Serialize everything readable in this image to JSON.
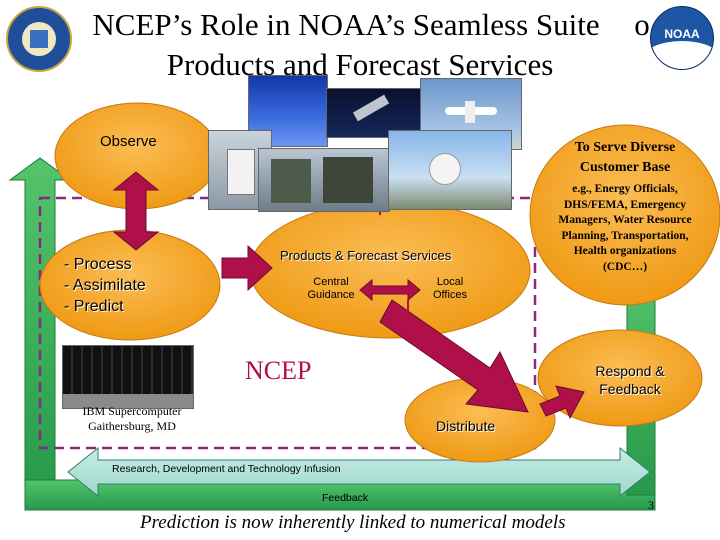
{
  "title": {
    "line1": "NCEP’s Role in NOAA’s Seamless Suite",
    "line1_tail": "o",
    "line2": "Products and Forecast Services"
  },
  "observe": {
    "label": "Observe"
  },
  "process": {
    "items": [
      "- Process",
      "- Assimilate",
      "- Predict"
    ]
  },
  "products": {
    "label": "Products & Forecast Services",
    "central": "Central\nGuidance",
    "local": "Local\nOffices"
  },
  "serve": {
    "title": "To Serve Diverse\nCustomer Base",
    "detail": "e.g., Energy Officials,\nDHS/FEMA, Emergency\nManagers, Water Resource\nPlanning, Transportation,\nHealth organizations\n(CDC…)"
  },
  "ncep": {
    "label": "NCEP"
  },
  "supercomputer": {
    "caption": "IBM Supercomputer\nGaithersburg, MD"
  },
  "respond": {
    "label": "Respond &\nFeedback"
  },
  "distribute": {
    "label": "Distribute"
  },
  "research_bar": {
    "label": "Research, Development and Technology Infusion"
  },
  "feedback_bar": {
    "label": "Feedback"
  },
  "footer": {
    "text": "Prediction is now inherently linked to numerical models"
  },
  "page_number": "3",
  "colors": {
    "oval_orange": "#f5a020",
    "arrow_magenta": "#b0104a",
    "green_arrow": "#2fae4f",
    "dashed_border": "#8a2a78"
  },
  "icons": [
    "department-of-commerce-seal-icon",
    "noaa-logo-icon"
  ]
}
